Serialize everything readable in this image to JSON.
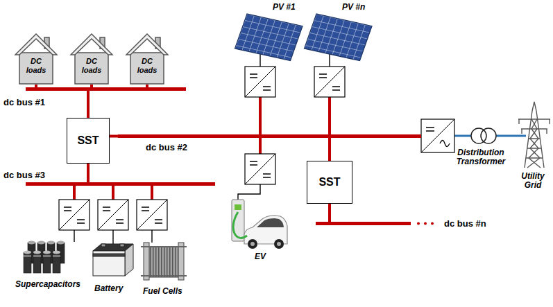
{
  "diagram": {
    "nodes": [
      {
        "text": [
          "DC loads"
        ]
      },
      {
        "text": [
          "DC loads"
        ]
      },
      {
        "text": [
          "DC loads"
        ]
      },
      {
        "text": [
          "dc bus #1"
        ]
      },
      {
        "text": [
          "SST"
        ]
      },
      {
        "text": [
          "dc bus #2"
        ]
      },
      {
        "text": [
          "dc bus #3"
        ]
      },
      {
        "text": [
          "SST"
        ]
      },
      {
        "text": [
          "dc bus #n"
        ]
      }
    ],
    "edges": [
      {
        "from": 0,
        "to": 3,
        "arrow": "none"
      },
      {
        "from": 1,
        "to": 3,
        "arrow": "none"
      },
      {
        "from": 2,
        "to": 3,
        "arrow": "none"
      },
      {
        "from": 3,
        "to": 4,
        "arrow": "none"
      },
      {
        "from": 4,
        "to": 5,
        "arrow": "none"
      },
      {
        "from": 4,
        "to": 6,
        "arrow": "none"
      },
      {
        "from": 5,
        "to": 7,
        "arrow": "none"
      },
      {
        "from": 7,
        "to": 8,
        "arrow": "none"
      }
    ],
    "labels": [
      "PV #1",
      "PV #n",
      "EV",
      "Supercapacitors",
      "Battery",
      "Fuel Cells",
      "Distribution Transformer",
      "Utility Grid"
    ]
  }
}
